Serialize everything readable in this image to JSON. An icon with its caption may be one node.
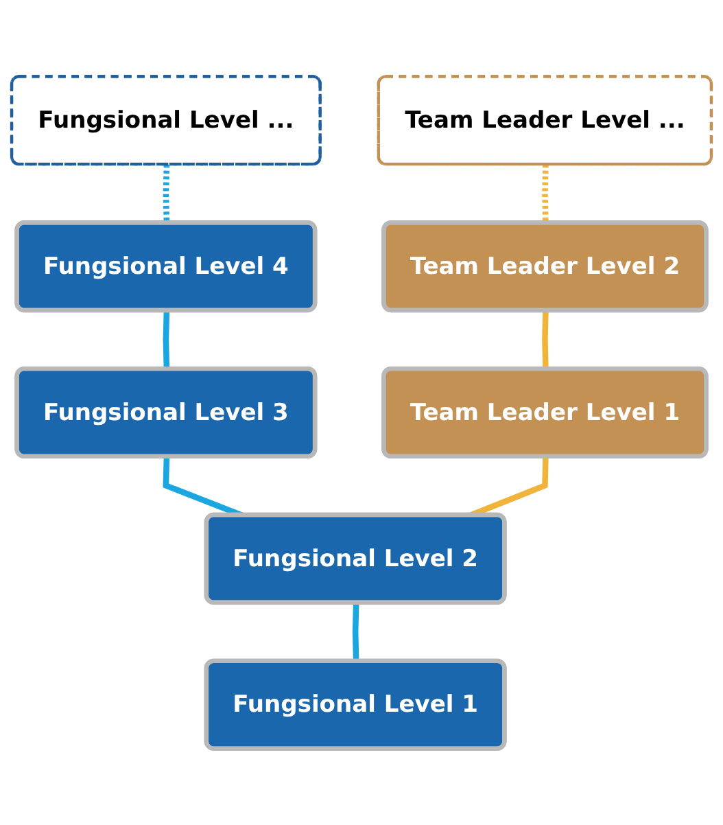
{
  "diagram": {
    "nodes": [
      {
        "text": [
          "Fungsional Level ..."
        ]
      },
      {
        "text": [
          "Team Leader Level ..."
        ]
      },
      {
        "text": [
          "Fungsional Level 4"
        ]
      },
      {
        "text": [
          "Team Leader Level 2"
        ]
      },
      {
        "text": [
          "Fungsional Level 3"
        ]
      },
      {
        "text": [
          "Team Leader Level 1"
        ]
      },
      {
        "text": [
          "Fungsional Level 2"
        ]
      },
      {
        "text": [
          "Fungsional Level 1"
        ]
      }
    ],
    "edges": [
      {
        "from": 0,
        "to": 2,
        "arrow": "none",
        "style": "dashed"
      },
      {
        "from": 1,
        "to": 3,
        "arrow": "none",
        "style": "dashed",
        "color": "#f0b43c"
      },
      {
        "from": 2,
        "to": 4,
        "arrow": "none"
      },
      {
        "from": 3,
        "to": 5,
        "arrow": "none",
        "color": "#f0b43c"
      },
      {
        "from": 4,
        "to": 6,
        "arrow": "none"
      },
      {
        "from": 5,
        "to": 6,
        "arrow": "none",
        "color": "#f0b43c"
      },
      {
        "from": 6,
        "to": 7,
        "arrow": "none"
      }
    ]
  }
}
